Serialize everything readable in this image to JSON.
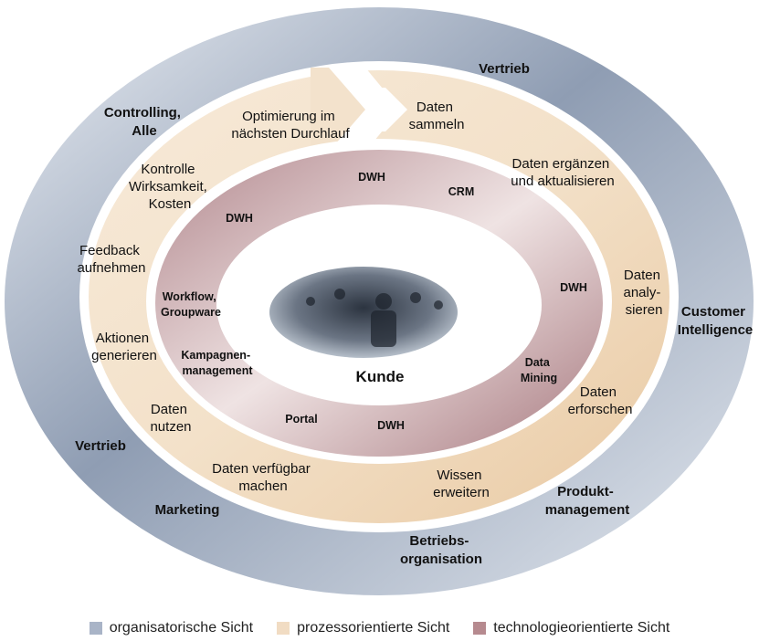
{
  "colors": {
    "organizational": "#a9b4c7",
    "process": "#f1dcc3",
    "technology": "#b68a8f",
    "crowd_image_fill": "#5a6470"
  },
  "center": {
    "label": "Kunde",
    "image": "crowd-photo"
  },
  "org_labels": {
    "vertrieb_top": "Vertrieb",
    "controlling": [
      "Controlling,",
      "Alle"
    ],
    "customer_intelligence": [
      "Customer",
      "Intelligence"
    ],
    "vertrieb_left": "Vertrieb",
    "marketing": "Marketing",
    "betriebsorganisation": [
      "Betriebs-",
      "organisation"
    ],
    "produktmanagement": [
      "Produkt-",
      "management"
    ]
  },
  "process_labels": {
    "optimierung": [
      "Optimierung im",
      "nächsten Durchlauf"
    ],
    "daten_sammeln": [
      "Daten",
      "sammeln"
    ],
    "daten_ergaenzen": [
      "Daten ergänzen",
      "und aktualisieren"
    ],
    "daten_analysieren": [
      "Daten",
      "analy-",
      "sieren"
    ],
    "daten_erforschen": [
      "Daten",
      "erforschen"
    ],
    "wissen_erweitern": [
      "Wissen",
      "erweitern"
    ],
    "daten_verfuegbar": [
      "Daten verfügbar",
      "machen"
    ],
    "daten_nutzen": [
      "Daten",
      "nutzen"
    ],
    "aktionen_generieren": [
      "Aktionen",
      "generieren"
    ],
    "feedback_aufnehmen": [
      "Feedback",
      "aufnehmen"
    ],
    "kontrolle": [
      "Kontrolle",
      "Wirksamkeit,",
      "Kosten"
    ]
  },
  "tech_labels": {
    "dwh_top": "DWH",
    "crm": "CRM",
    "dwh_topleft": "DWH",
    "dwh_right": "DWH",
    "workflow": [
      "Workflow,",
      "Groupware"
    ],
    "kampagnen": [
      "Kampagnen-",
      "management"
    ],
    "data_mining": [
      "Data",
      "Mining"
    ],
    "portal": "Portal",
    "dwh_bottom": "DWH"
  },
  "legend": [
    {
      "label": "organisatorische Sicht",
      "color": "#a9b4c7"
    },
    {
      "label": "prozessorientierte Sicht",
      "color": "#f1dcc3"
    },
    {
      "label": "technologieorientierte Sicht",
      "color": "#b68a8f"
    }
  ]
}
